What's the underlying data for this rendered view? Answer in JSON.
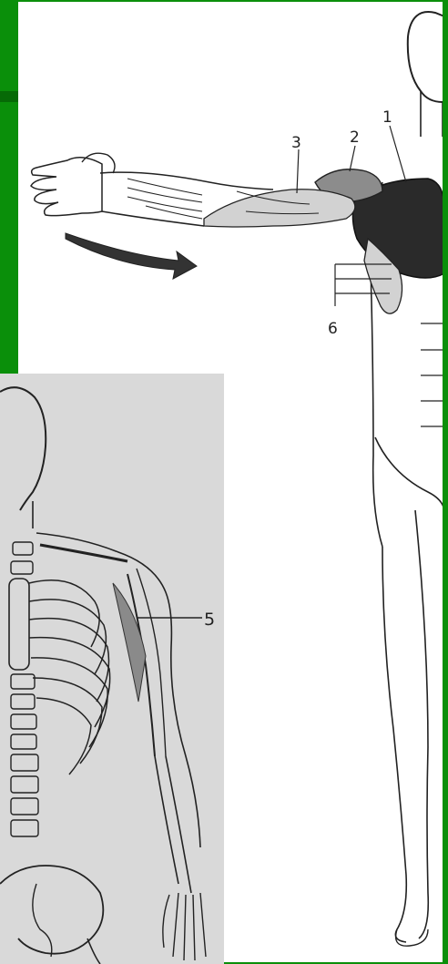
{
  "labels": {
    "one": "1",
    "two": "2",
    "three": "3",
    "five": "5",
    "six": "6"
  },
  "colors": {
    "frame_green": "#0a8f0a",
    "dark_muscle": "#2a2a2a",
    "mid_muscle": "#8c8c8c",
    "light_muscle": "#d2d2d2",
    "skeleton_bg": "#d9d9d9"
  }
}
